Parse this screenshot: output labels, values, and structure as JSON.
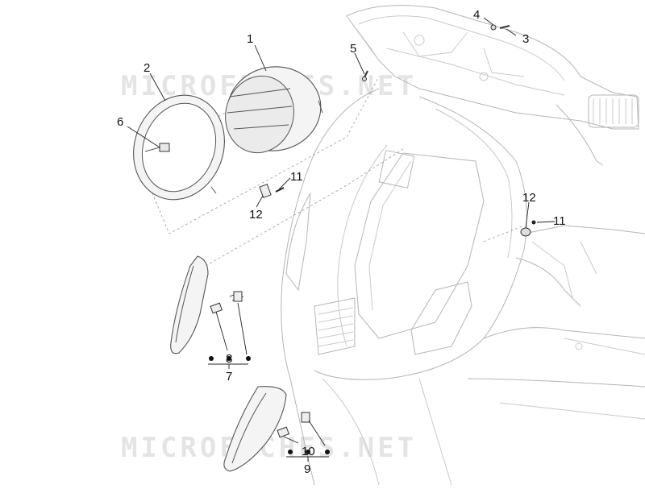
{
  "watermark": {
    "text": "MICROFICHES.NET"
  },
  "callouts": {
    "c1": "1",
    "c2": "2",
    "c3": "3",
    "c4": "4",
    "c5": "5",
    "c6": "6",
    "c7": "7",
    "c8": "8",
    "c9": "9",
    "c10": "10",
    "c11a": "11",
    "c11b": "11",
    "c12a": "12",
    "c12b": "12"
  },
  "parts": [
    {
      "ref": "1",
      "name": "headlight unit"
    },
    {
      "ref": "2",
      "name": "headlight trim ring"
    },
    {
      "ref": "3",
      "name": "screw"
    },
    {
      "ref": "4",
      "name": "washer"
    },
    {
      "ref": "5",
      "name": "screw"
    },
    {
      "ref": "6",
      "name": "clip"
    },
    {
      "ref": "7",
      "name": "front turn signal assembly (left)"
    },
    {
      "ref": "8",
      "name": "bulb and socket"
    },
    {
      "ref": "9",
      "name": "front turn signal assembly (right)"
    },
    {
      "ref": "10",
      "name": "bulb and socket"
    },
    {
      "ref": "11",
      "name": "screw"
    },
    {
      "ref": "12",
      "name": "nut"
    }
  ]
}
